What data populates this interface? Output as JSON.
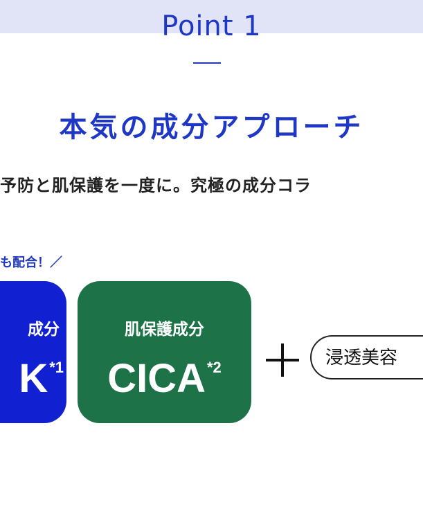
{
  "header": {
    "point_title": "Point 1"
  },
  "main": {
    "headline": "本気の成分アプローチ",
    "subline": "予防と肌保護を一度に。究極の成分コラ",
    "note": "も配合！／"
  },
  "cards": [
    {
      "label": "成分",
      "big": "K",
      "sup": "*1",
      "color": "#1121d2"
    },
    {
      "label": "肌保護成分",
      "big": "CICA",
      "sup": "*2",
      "color": "#1e7248"
    }
  ],
  "pill": {
    "text": "浸透美容"
  },
  "colors": {
    "accent_blue": "#1f37c5",
    "header_band": "#e1e3f6",
    "text_dark": "#222222"
  }
}
